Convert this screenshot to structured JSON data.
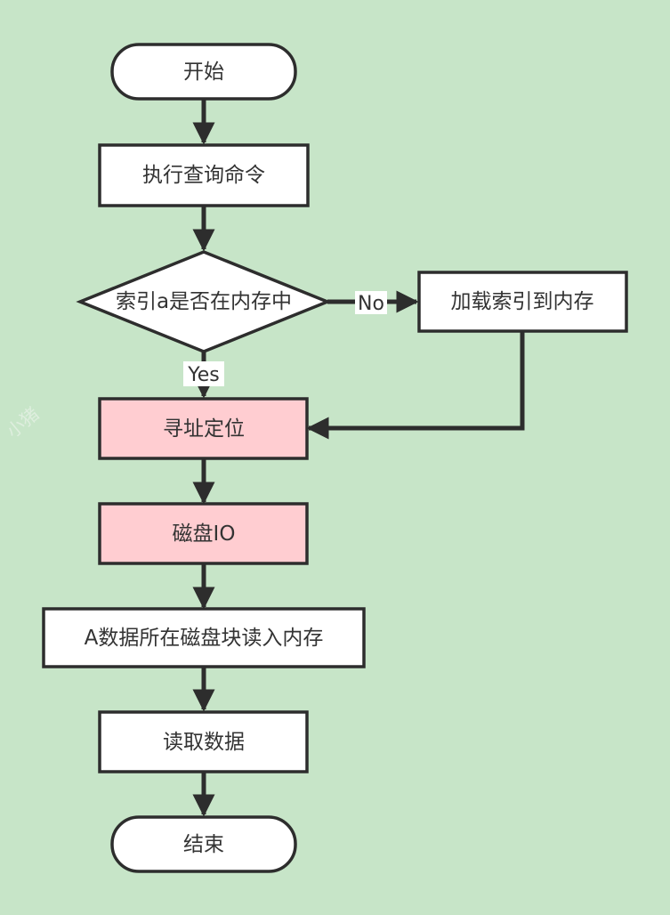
{
  "diagram": {
    "nodes": {
      "start": "开始",
      "exec_query": "执行查询命令",
      "index_check": "索引a是否在内存中",
      "load_index": "加载索引到内存",
      "locate": "寻址定位",
      "disk_io": "磁盘IO",
      "read_block": "A数据所在磁盘块读入内存",
      "read_data": "读取数据",
      "end": "结束"
    },
    "edge_labels": {
      "no": "No",
      "yes": "Yes"
    },
    "watermark": "小猪"
  },
  "colors": {
    "background": "#c7e5c8",
    "node_fill": "#ffffff",
    "highlight_fill": "#ffcdd1",
    "stroke": "#2d2d2d"
  }
}
